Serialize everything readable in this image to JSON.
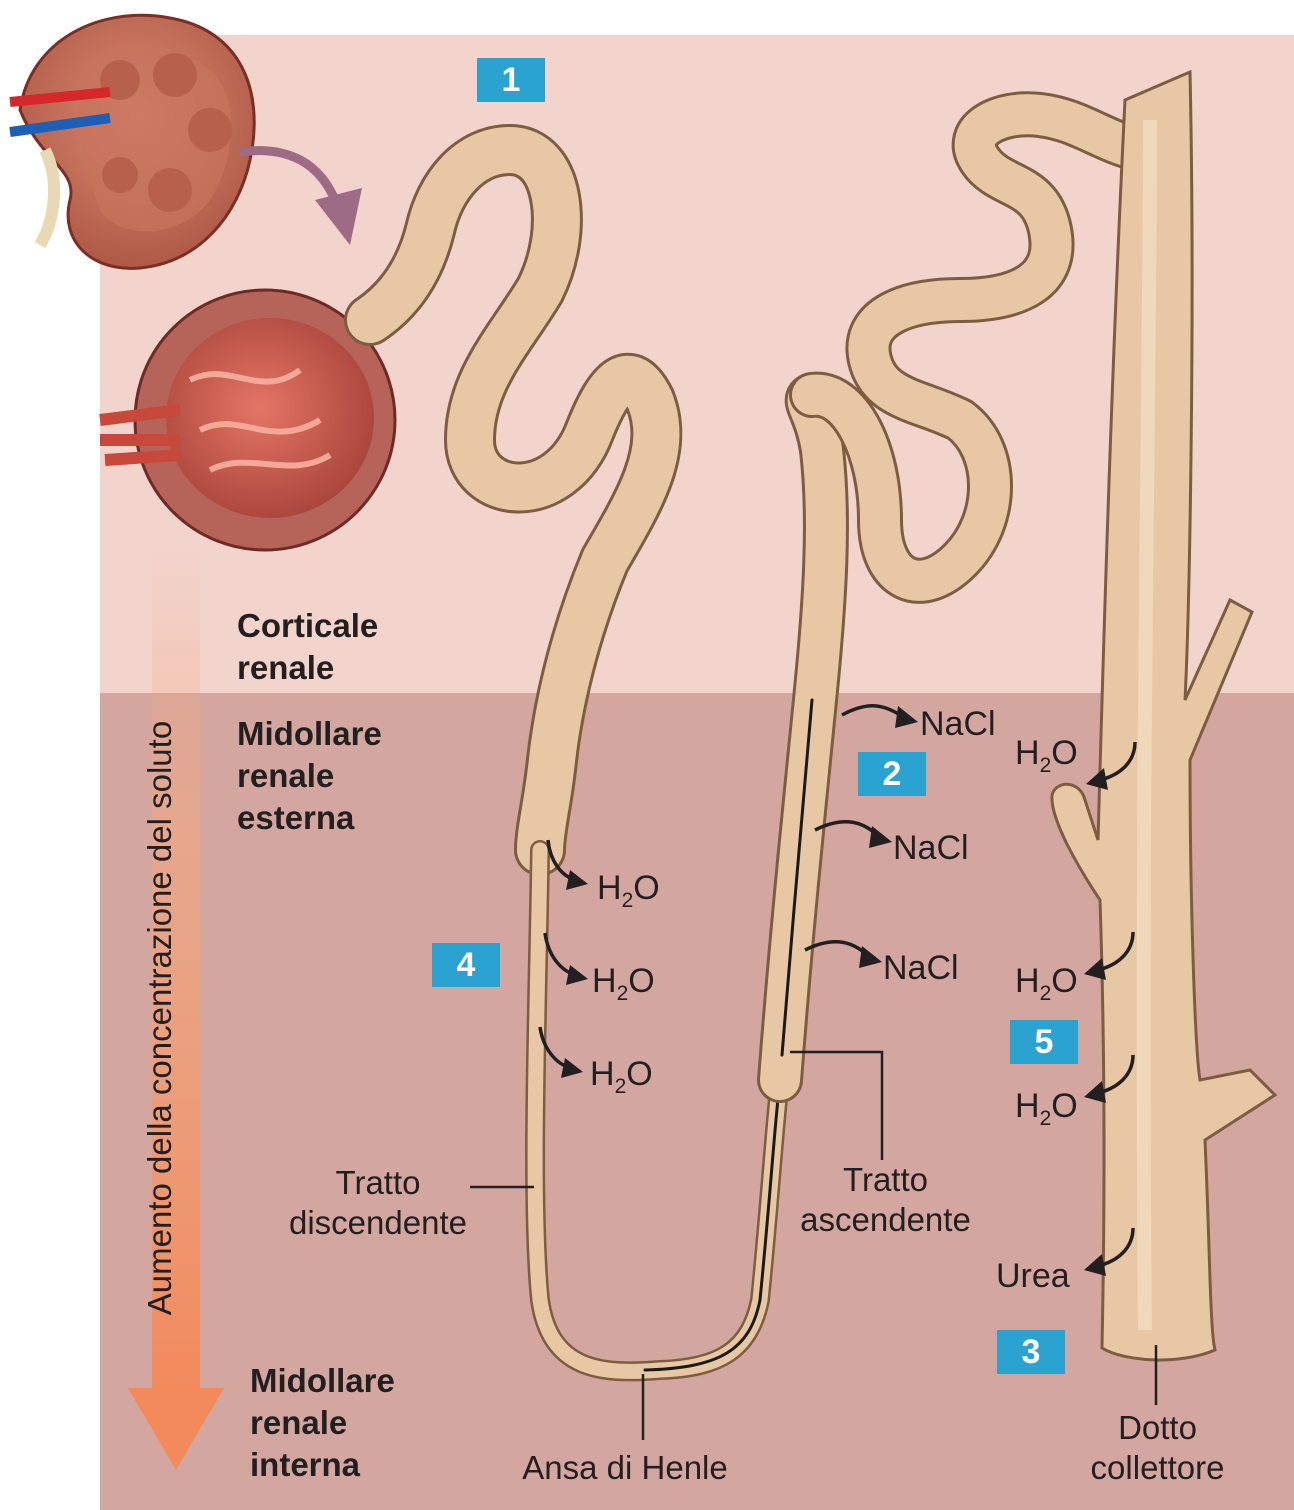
{
  "zones": {
    "cortex_line1": "Corticale",
    "cortex_line2": "renale",
    "outer_medulla_line1": "Midollare",
    "outer_medulla_line2": "renale",
    "outer_medulla_line3": "esterna",
    "inner_medulla_line1": "Midollare",
    "inner_medulla_line2": "renale",
    "inner_medulla_line3": "interna"
  },
  "gradient_label": "Aumento della concentrazione del soluto",
  "structures": {
    "descending_line1": "Tratto",
    "descending_line2": "discendente",
    "ascending_line1": "Tratto",
    "ascending_line2": "ascendente",
    "loop": "Ansa di Henle",
    "duct_line1": "Dotto",
    "duct_line2": "collettore"
  },
  "molecules": {
    "water_main": "H",
    "water_sub": "2",
    "water_end": "O",
    "salt": "NaCl",
    "urea": "Urea"
  },
  "badges": [
    "1",
    "2",
    "3",
    "4",
    "5"
  ],
  "colors": {
    "cortex_bg": "#f2d4cd",
    "medulla_bg": "#d3a79f",
    "tubule": "#e8c8a4",
    "badge": "#2aa3d1",
    "gradient_arrow": "#f6a77e"
  }
}
